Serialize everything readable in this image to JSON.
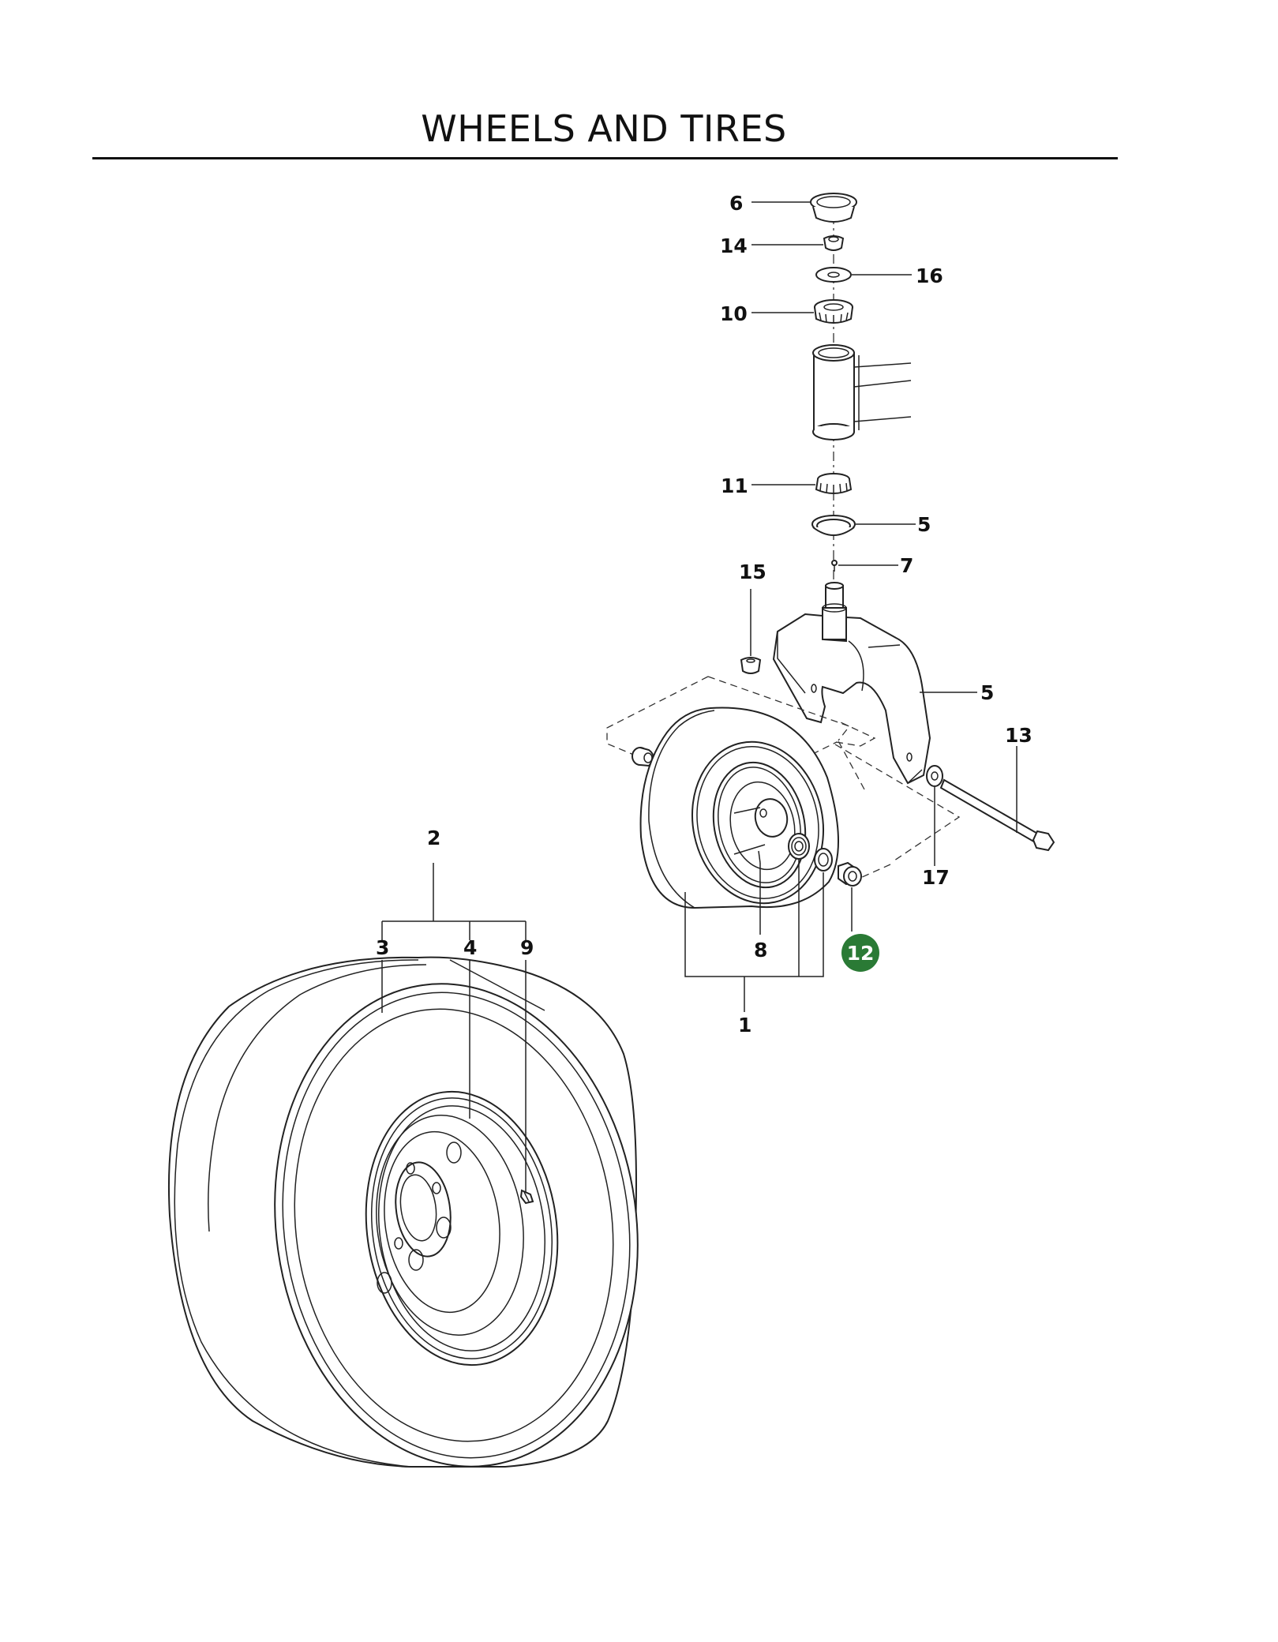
{
  "title": "WHEELS AND TIRES",
  "highlight_color": "#2a7a35",
  "callouts": {
    "p1": "1",
    "p2": "2",
    "p3": "3",
    "p4": "4",
    "p5a": "5",
    "p5b": "5",
    "p6": "6",
    "p7": "7",
    "p8": "8",
    "p9": "9",
    "p10": "10",
    "p11": "11",
    "p12": "12",
    "p13": "13",
    "p14": "14",
    "p15": "15",
    "p16": "16",
    "p17": "17"
  }
}
